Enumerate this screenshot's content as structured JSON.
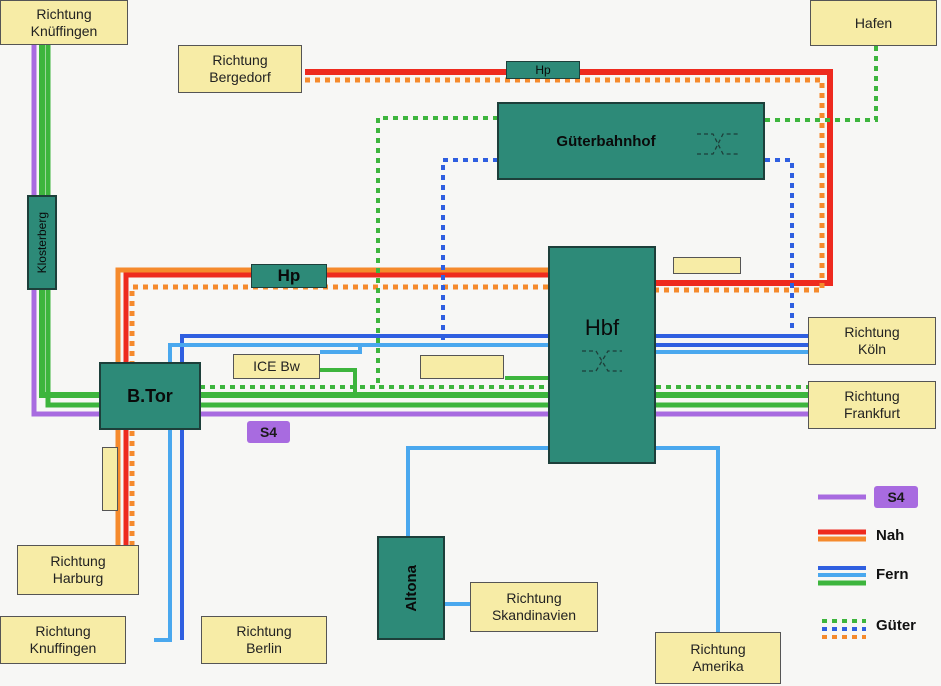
{
  "labels": {
    "knuffingen_top": [
      "Richtung",
      "Knüffingen"
    ],
    "bergedorf": [
      "Richtung",
      "Bergedorf"
    ],
    "hafen": "Hafen",
    "koeln": [
      "Richtung",
      "Köln"
    ],
    "frankfurt": [
      "Richtung",
      "Frankfurt"
    ],
    "harburg": [
      "Richtung",
      "Harburg"
    ],
    "knuffingen_bottom": [
      "Richtung",
      "Knuffingen"
    ],
    "berlin": [
      "Richtung",
      "Berlin"
    ],
    "skandinavien": [
      "Richtung",
      "Skandinavien"
    ],
    "amerika": [
      "Richtung",
      "Amerika"
    ],
    "ice_bw": "ICE Bw"
  },
  "stations": {
    "gueterbahnhof": "Güterbahnhof",
    "hbf": "Hbf",
    "btor": "B.Tor",
    "altona": "Altona",
    "klosterberg": "Klosterberg",
    "hp_top": "Hp",
    "hp_mid": "Hp"
  },
  "badge_s4": "S4",
  "legend": {
    "s4": "S4",
    "nah": "Nah",
    "fern": "Fern",
    "gueter": "Güter"
  },
  "colors": {
    "s4": "#a86be0",
    "nah_red": "#ee2a1e",
    "nah_orange": "#f58a2c",
    "fern_blue": "#2f5fe0",
    "fern_light": "#4aa8ee",
    "fern_green": "#3db53d",
    "gueter_green": "#3db53d",
    "gueter_blue": "#2f5fe0",
    "station": "#2d8a78",
    "label_box": "#f7eca6"
  }
}
